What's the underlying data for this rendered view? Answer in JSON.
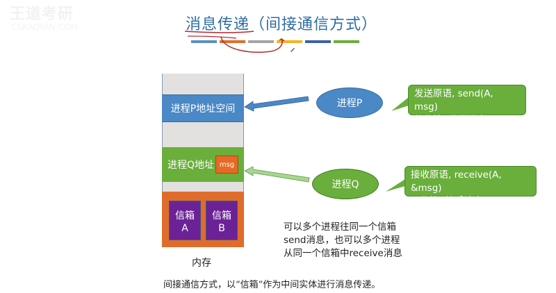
{
  "watermark": {
    "brand": "王道考研",
    "sub": "CSKAOYAN.COM"
  },
  "title": {
    "main": "消息传递",
    "sub": "（间接通信方式）",
    "full": "消息传递（间接通信方式）"
  },
  "decor_bar_colors": [
    "#5b8fc7",
    "#e06c2b",
    "#a5a5a5",
    "#f2b720",
    "#3a62ad",
    "#6aae3c"
  ],
  "annotation_color": "#b5272d",
  "memory": {
    "label": "内存",
    "segments": {
      "process_p": "进程P地址空间",
      "process_q": "进程Q地址",
      "msg": "msg"
    },
    "mailboxes": [
      {
        "name": "信箱",
        "id": "A"
      },
      {
        "name": "信箱",
        "id": "B"
      }
    ]
  },
  "processes": [
    {
      "label": "进程P",
      "color": "#4a88c6",
      "callout": [
        "发送原语, send(A, msg)",
        "往信箱A发送消息 msg"
      ]
    },
    {
      "label": "进程Q",
      "color": "#6aae3c",
      "callout": [
        "接收原语, receive(A, &msg)",
        "从信箱A接受消息"
      ]
    }
  ],
  "note": [
    "可以多个进程往同一个信箱",
    "send消息，也可以多个进程",
    "从同一个信箱中receive消息"
  ],
  "caption": "间接通信方式，以“信箱”作为中间实体进行消息传递。"
}
